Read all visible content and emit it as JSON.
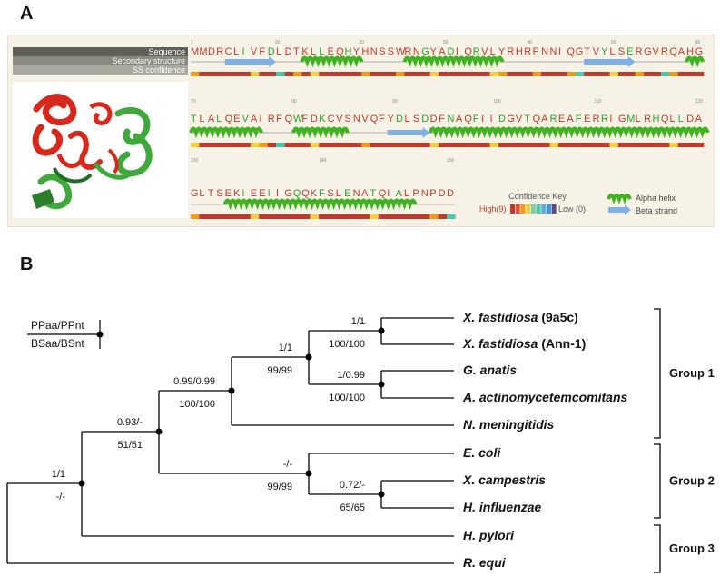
{
  "panel_a": {
    "label": "A",
    "header_labels": [
      "Sequence",
      "Secondary structure",
      "SS confidence"
    ],
    "rows": [
      {
        "sequence": [
          "M",
          "M",
          "D",
          "R",
          "C",
          "L",
          "I",
          "V",
          "F",
          "D",
          "L",
          "D",
          "T",
          "K",
          "L",
          "L",
          "E",
          "Q",
          "H",
          "Y",
          "H",
          "N",
          "S",
          "S",
          "W",
          "R",
          "N",
          "G",
          "Y",
          "A",
          "D",
          "I",
          "Q",
          "R",
          "V",
          "L",
          "Y",
          "R",
          "H",
          "R",
          "F",
          "N",
          "N",
          "I",
          "Q",
          "G",
          "T",
          "V",
          "Y",
          "L",
          "S",
          "E",
          "R",
          "G",
          "V",
          "R",
          "Q",
          "A",
          "H",
          "G"
        ],
        "ruler": [
          "1",
          "10",
          "20",
          "30",
          "40",
          "50",
          "60"
        ]
      },
      {
        "sequence": [
          "T",
          "L",
          "A",
          "L",
          "Q",
          "E",
          "V",
          "A",
          "I",
          "R",
          "F",
          "Q",
          "W",
          "F",
          "D",
          "K",
          "C",
          "V",
          "S",
          "N",
          "V",
          "Q",
          "F",
          "Y",
          "D",
          "L",
          "S",
          "D",
          "D",
          "F",
          "N",
          "A",
          "Q",
          "F",
          "I",
          "I",
          "D",
          "G",
          "V",
          "T",
          "Q",
          "A",
          "R",
          "E",
          "A",
          "F",
          "E",
          "R",
          "R",
          "I",
          "G",
          "M",
          "L",
          "R",
          "H",
          "Q",
          "L",
          "L",
          "D",
          "A"
        ],
        "ruler": [
          "70",
          "80",
          "90",
          "100",
          "110",
          "120"
        ]
      },
      {
        "sequence": [
          "G",
          "L",
          "T",
          "S",
          "E",
          "K",
          "I",
          "E",
          "E",
          "I",
          "I",
          "G",
          "Q",
          "Q",
          "K",
          "F",
          "S",
          "L",
          "E",
          "N",
          "A",
          "T",
          "Q",
          "I",
          "A",
          "L",
          "P",
          "N",
          "P",
          "D",
          "D"
        ],
        "ruler": [
          "130",
          "140",
          "150"
        ]
      }
    ],
    "confidence_key": {
      "title": "Confidence Key",
      "high": "High(9)",
      "low": "Low (0)"
    },
    "ss_legend": {
      "helix": "Alpha helix",
      "strand": "Beta strand"
    },
    "colors": {
      "helix": "#3fb31f",
      "strand": "#7fb1e6",
      "header_dark": "#5f5f58",
      "header_mid": "#8a8a80",
      "header_light": "#a9a99e",
      "residue_red": "#c0392b",
      "residue_green": "#2e9e2e"
    }
  },
  "panel_b": {
    "label": "B",
    "key": {
      "top": "PPaa/PPnt",
      "bottom": "BSaa/BSnt"
    },
    "taxa": [
      {
        "genus": "X. fastidiosa",
        "strain": "(9a5c)"
      },
      {
        "genus": "X. fastidiosa",
        "strain": "(Ann-1)"
      },
      {
        "genus": "G. anatis",
        "strain": ""
      },
      {
        "genus": "A. actinomycetemcomitans",
        "strain": ""
      },
      {
        "genus": "N. meningitidis",
        "strain": ""
      },
      {
        "genus": "E. coli",
        "strain": ""
      },
      {
        "genus": "X. campestris",
        "strain": ""
      },
      {
        "genus": "H. influenzae",
        "strain": ""
      },
      {
        "genus": "H. pylori",
        "strain": ""
      },
      {
        "genus": "R. equi",
        "strain": ""
      }
    ],
    "nodes": [
      {
        "id": "root",
        "top": "1/1",
        "bottom": "-/-"
      },
      {
        "id": "n2",
        "top": "0.93/-",
        "bottom": "51/51"
      },
      {
        "id": "n3",
        "top": "0.99/0.99",
        "bottom": "100/100"
      },
      {
        "id": "n4",
        "top": "1/1",
        "bottom": "99/99"
      },
      {
        "id": "n5",
        "top": "1/1",
        "bottom": "100/100"
      },
      {
        "id": "n6",
        "top": "1/0.99",
        "bottom": "100/100"
      },
      {
        "id": "n7",
        "top": "-/-",
        "bottom": "99/99"
      },
      {
        "id": "n8",
        "top": "0.72/-",
        "bottom": "65/65"
      }
    ],
    "groups": [
      "Group 1",
      "Group 2",
      "Group 3"
    ]
  }
}
